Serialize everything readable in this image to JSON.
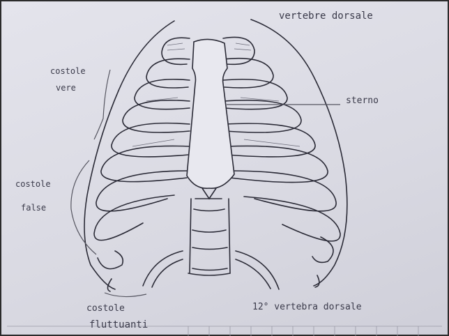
{
  "labels": {
    "top_right": "vertebre dorsale",
    "sterno": "sterno",
    "costole_vere": [
      "costole",
      "vere"
    ],
    "costole_false": [
      "costole",
      "false"
    ],
    "costole_fluttuanti": [
      "costole",
      "fluttuanti"
    ],
    "vertebra_bottom": "12° vertebra dorsale"
  },
  "colors": {
    "paper": "#dfdfe8",
    "ink": "#2a2a36",
    "pencil": "#555560"
  }
}
